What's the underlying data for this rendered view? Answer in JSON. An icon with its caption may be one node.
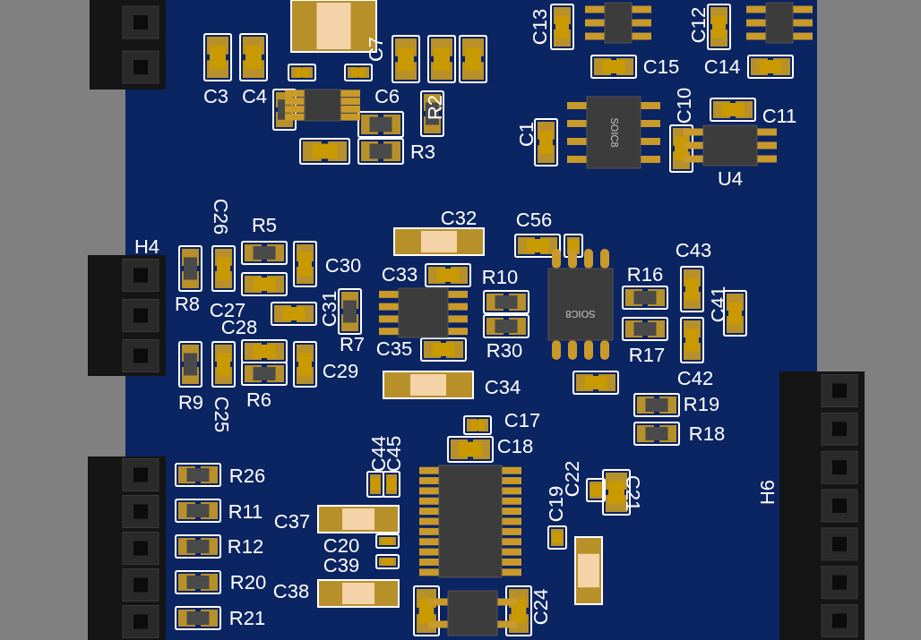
{
  "diagram": {
    "labels": [
      "C3",
      "C4",
      "C7",
      "C6",
      "R2",
      "R3",
      "C13",
      "C15",
      "C12",
      "C14",
      "C1",
      "SOIC8",
      "C10",
      "C11",
      "U4",
      "C26",
      "R5",
      "C32",
      "C56",
      "H4",
      "C30",
      "C33",
      "R10",
      "R16",
      "C43",
      "R8",
      "C27",
      "C31",
      "C41",
      "C28",
      "R7",
      "C35",
      "R30",
      "SOIC8",
      "R17",
      "C42",
      "C34",
      "R9",
      "C25",
      "R6",
      "C29",
      "R19",
      "R18",
      "C17",
      "C18",
      "C44",
      "C45",
      "R26",
      "C22",
      "C19",
      "C21",
      "R11",
      "C37",
      "H6",
      "R12",
      "C20",
      "C39",
      "R20",
      "C38",
      "R21",
      "C24"
    ]
  }
}
